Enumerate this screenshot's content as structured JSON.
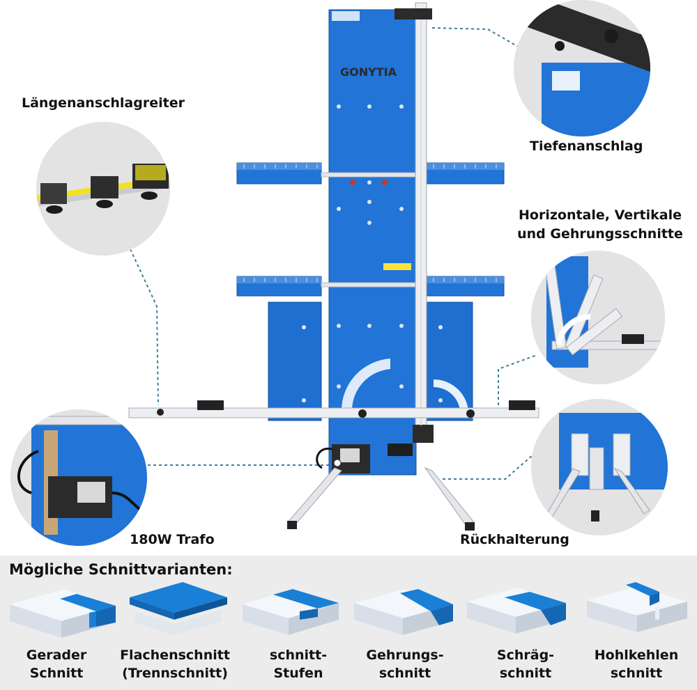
{
  "product": {
    "brand": "GONYTIA"
  },
  "callouts": {
    "laengenanschlag": "Längenanschlagreiter",
    "tiefenanschlag": "Tiefenanschlag",
    "schnitte_line1": "Horizontale, Vertikale",
    "schnitte_line2": "und Gehrungsschnitte",
    "trafo": "180W Trafo",
    "rueckhalterung": "Rückhalterung"
  },
  "variants": {
    "title": "Mögliche Schnittvarianten:",
    "items": [
      {
        "line1": "Gerader",
        "line2": "Schnitt"
      },
      {
        "line1": "Flachenschnitt",
        "line2": "(Trennschnitt)"
      },
      {
        "line1": "schnitt-",
        "line2": "Stufen"
      },
      {
        "line1": "Gehrungs-",
        "line2": "schnitt"
      },
      {
        "line1": "Schräg-",
        "line2": "schnitt"
      },
      {
        "line1": "Hohlkehlen",
        "line2": "schnitt"
      }
    ]
  },
  "colors": {
    "machine_blue": "#1f6fd1",
    "foam_blue": "#1a7fd6",
    "foam_white": "#e9eef5",
    "rail_silver": "#e4e6ea",
    "band_gray": "#ececec",
    "callout_dash": "#3a7f9a"
  }
}
